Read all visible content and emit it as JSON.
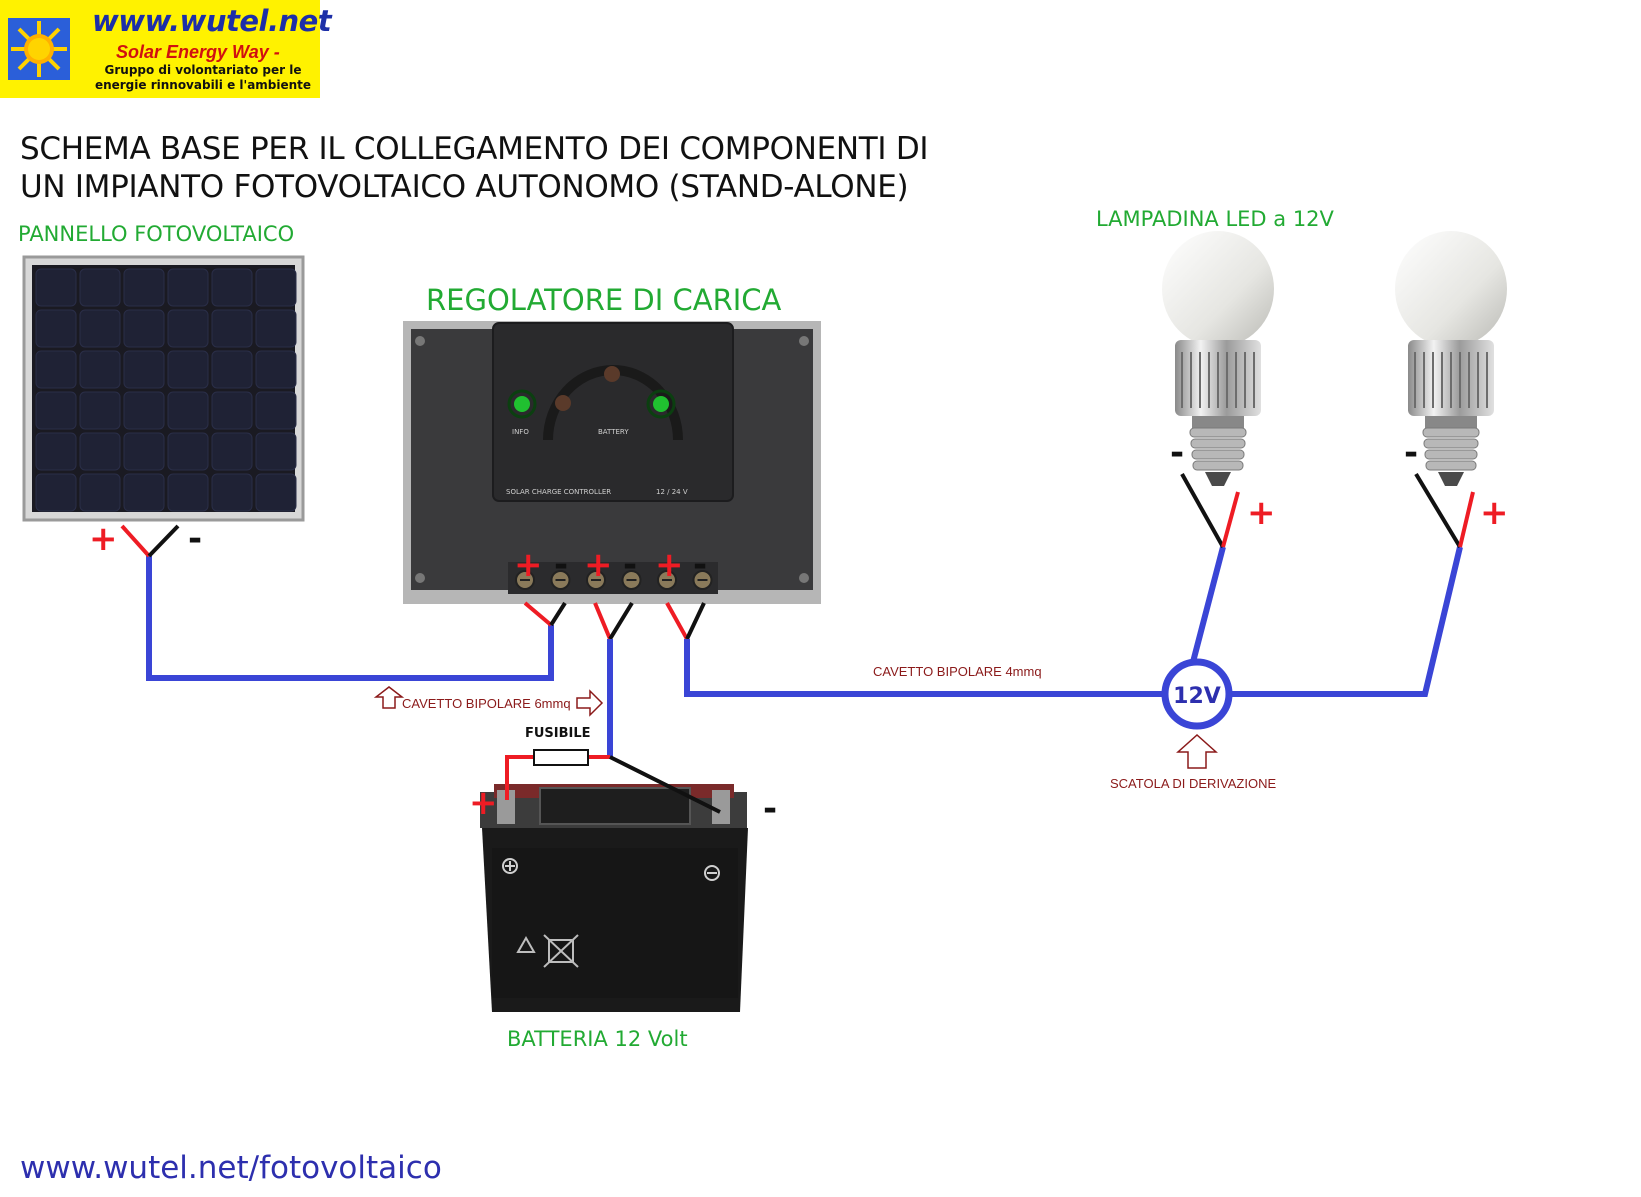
{
  "logo": {
    "site": "www.wutel.net",
    "tagline": "Solar Energy Way -",
    "description": "Gruppo di volontariato per le energie rinnovabili e l'ambiente"
  },
  "title": {
    "line1": "SCHEMA BASE PER IL COLLEGAMENTO DEI COMPONENTI DI",
    "line2": "UN IMPIANTO FOTOVOLTAICO AUTONOMO (STAND-ALONE)"
  },
  "components": {
    "panel": "PANNELLO FOTOVOLTAICO",
    "regulator": "REGOLATORE DI CARICA",
    "regulator_leds": [
      "INFO",
      "BATTERY"
    ],
    "regulator_caption": "SOLAR CHARGE CONTROLLER",
    "regulator_voltage": "12 / 24 V",
    "lamp": "LAMPADINA LED a 12V",
    "battery": "BATTERIA 12 Volt",
    "fuse": "FUSIBILE",
    "junction_box_value": "12V",
    "junction_box": "SCATOLA DI DERIVAZIONE"
  },
  "cables": {
    "left": "CAVETTO BIPOLARE 6mmq",
    "right": "CAVETTO BIPOLARE 4mmq"
  },
  "polarity": {
    "plus": "+",
    "minus": "-"
  },
  "colors": {
    "wire_main": "#3a45d6",
    "wire_positive": "#ee1c24",
    "wire_negative": "#111111",
    "label_green": "#22aa33",
    "cable_label": "#8b1a1a",
    "footer": "#2d2fae",
    "logo_bg": "#fff200"
  },
  "footer": "www.wutel.net/fotovoltaico"
}
